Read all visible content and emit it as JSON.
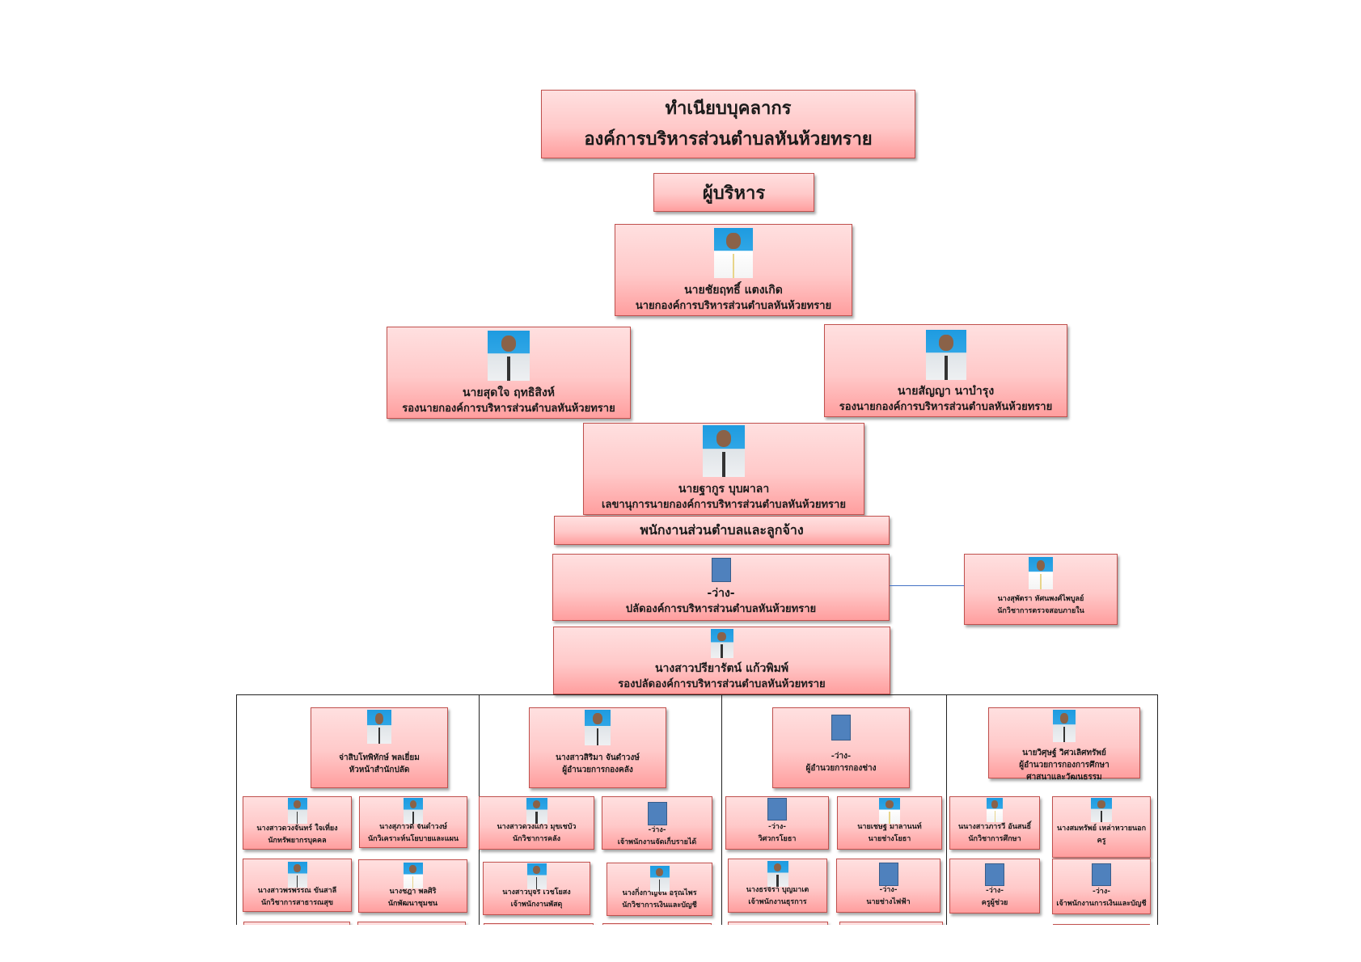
{
  "header": {
    "title_line1": "ทำเนียบบุคลากร",
    "title_line2": "องค์การบริหารส่วนตำบลหันห้วยทราย",
    "executives_label": "ผู้บริหาร",
    "staff_label": "พนักงานส่วนตำบลและลูกจ้าง"
  },
  "executives": {
    "mayor": {
      "name": "นายชัยฤทธิ์   แตงเกิด",
      "position": "นายกองค์การบริหารส่วนตำบลหันห้วยทราย"
    },
    "deputy_left": {
      "name": "นายสุดใจ   ฤทธิสิงห์",
      "position": "รองนายกองค์การบริหารส่วนตำบลหันห้วยทราย"
    },
    "deputy_right": {
      "name": "นายสัญญา   นาบำรุง",
      "position": "รองนายกองค์การบริหารส่วนตำบลหันห้วยทราย"
    },
    "secretary": {
      "name": "นายฐากูร   บุบผาลา",
      "position": "เลขานุการนายกองค์การบริหารส่วนตำบลหันห้วยทราย"
    }
  },
  "staff": {
    "palat": {
      "name": "-ว่าง-",
      "position": "ปลัดองค์การบริหารส่วนตำบลหันห้วยทราย",
      "vacant": true
    },
    "auditor": {
      "name": "นางสุพัตรา  หัศนพงศ์ไพบูลย์",
      "position": "นักวิชาการตรวจสอบภายใน"
    },
    "deputy_palat": {
      "name": "นางสาวปรียารัตน์   แก้วพิมพ์",
      "position": "รองปลัดองค์การบริหารส่วนตำบลหันห้วยทราย"
    }
  },
  "departments": [
    {
      "head": {
        "name": "จ่าสิบโทพิทักษ์   พลเยี่ยม",
        "position": "หัวหน้าสำนักปลัด"
      },
      "members": [
        {
          "name": "นางสาวดวงจันทร์ ใจเที่ยง",
          "position": "นักทรัพยากรบุคคล"
        },
        {
          "name": "นางสุภาวดี   จันดำวงษ์",
          "position": "นักวิเคราะห์นโยบายและแผน"
        },
        {
          "name": "นางสาวพรพรรณ   ขันสาลี",
          "position": "นักวิชาการสาธารณสุข"
        },
        {
          "name": "นางชฎา   พลศิริ",
          "position": "นักพัฒนาชุมชน"
        }
      ]
    },
    {
      "head": {
        "name": "นางสาวสิริมา   จันดำวงษ์",
        "position": "ผู้อำนวยการกองคลัง"
      },
      "members": [
        {
          "name": "นางสาวดวงแก้ว   มุขเชบัว",
          "position": "นักวิชาการคลัง"
        },
        {
          "name": "-ว่าง-",
          "position": "เจ้าพนักงานจัดเก็บรายได้",
          "vacant": true
        },
        {
          "name": "นางสาวบุจรี   เวชโยสง",
          "position": "เจ้าพนักงานพัสดุ"
        },
        {
          "name": "นางกิ่งกาญจน์     อรุณไพร",
          "position": "นักวิชาการเงินและบัญชี"
        }
      ]
    },
    {
      "head": {
        "name": "-ว่าง-",
        "position": "ผู้อำนวยการกองช่าง",
        "vacant": true
      },
      "members": [
        {
          "name": "-ว่าง-",
          "position": "วิศวกรโยธา",
          "vacant": true
        },
        {
          "name": "นายเชษฐ์   มาลานนท์",
          "position": "นายช่างโยธา"
        },
        {
          "name": "นางธรจิรา บุญมาเต",
          "position": "เจ้าพนักงานธุรการ"
        },
        {
          "name": "-ว่าง-",
          "position": "นายช่างไฟฟ้า",
          "vacant": true
        }
      ]
    },
    {
      "head": {
        "name": "นายวิศุษฐ์   วิศวเลิศทรัพย์",
        "position": "ผู้อำนวยการกองการศึกษา",
        "position2": "ศาสนาและวัฒนธรรม"
      },
      "members": [
        {
          "name": "นนางสาวภารวี   อันสนธิ์",
          "position": "นักวิชาการศึกษา"
        },
        {
          "name": "นางสมทรัพย์   เหล่าหวายนอก",
          "position": "ครู"
        },
        {
          "name": "-ว่าง-",
          "position": "ครูผู้ช่วย",
          "vacant": true
        },
        {
          "name": "-ว่าง-",
          "position": "เจ้าพนักงานการเงินและบัญชี",
          "vacant": true
        }
      ]
    }
  ]
}
